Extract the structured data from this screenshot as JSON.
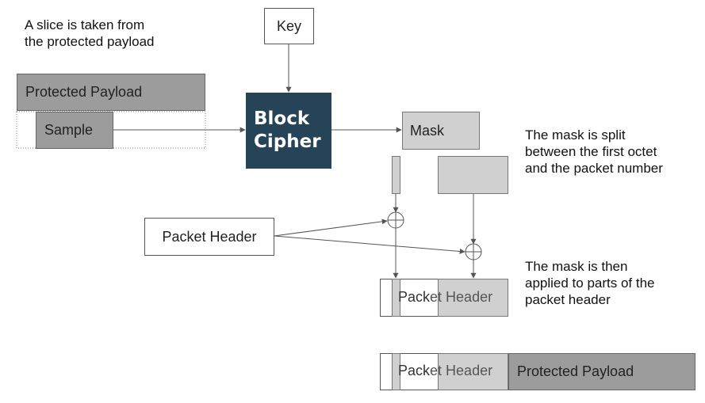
{
  "notes": {
    "slice_line1": "A slice is taken from",
    "slice_line2": "the protected payload",
    "split_line1": "The mask is split",
    "split_line2": "between the first octet",
    "split_line3": "and the packet number",
    "applied_line1": "The mask is then",
    "applied_line2": "applied to parts of the",
    "applied_line3": "packet header"
  },
  "boxes": {
    "key": "Key",
    "protected_payload": "Protected Payload",
    "sample": "Sample",
    "block_cipher_line1": "Block",
    "block_cipher_line2": "Cipher",
    "mask": "Mask",
    "packet_header": "Packet Header"
  },
  "result_row": {
    "header_part1": "Pack",
    "header_part2": "et Header"
  },
  "final_row": {
    "header_part1": "Pack",
    "header_part2": "et Header",
    "payload": "Protected Payload"
  },
  "colors": {
    "cipher": "#264457",
    "light_grey": "#d0d0d0",
    "dark_grey": "#9c9c9c"
  }
}
